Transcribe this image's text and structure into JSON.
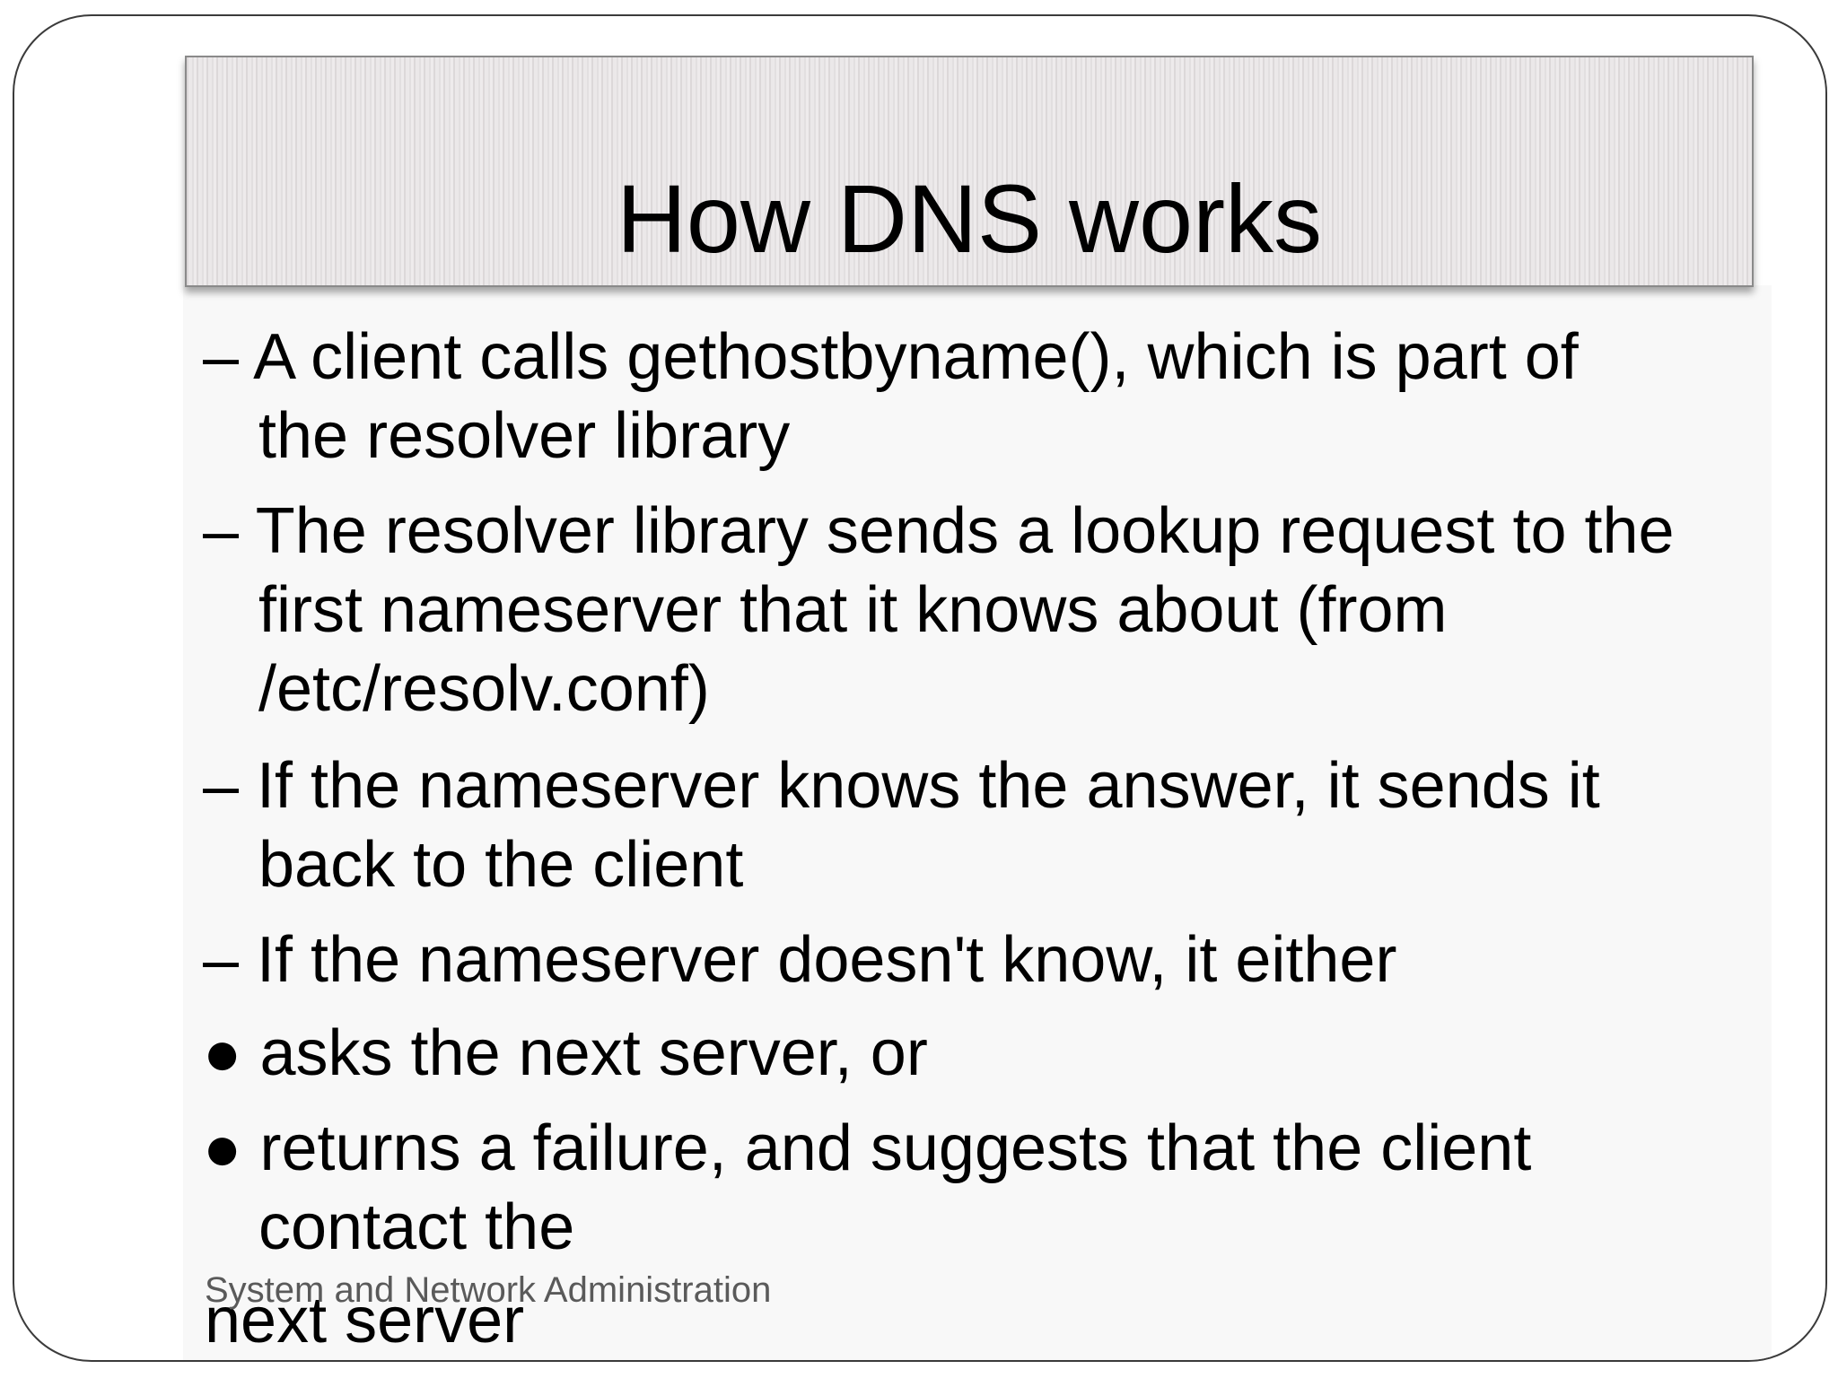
{
  "slide": {
    "title": "How DNS works",
    "lines": [
      "– A client calls gethostbyname(), which is part of",
      "the resolver library",
      "– The resolver library sends a lookup request to the",
      "first nameserver that it knows about (from",
      "/etc/resolv.conf)",
      "– If the nameserver knows the answer, it sends it",
      "back to the client",
      "– If the nameserver doesn't know, it either",
      "● asks the next server, or",
      "● returns a failure, and suggests that the client",
      "contact the"
    ],
    "overflow_line": "next server",
    "footer": "System and Network Administration"
  }
}
